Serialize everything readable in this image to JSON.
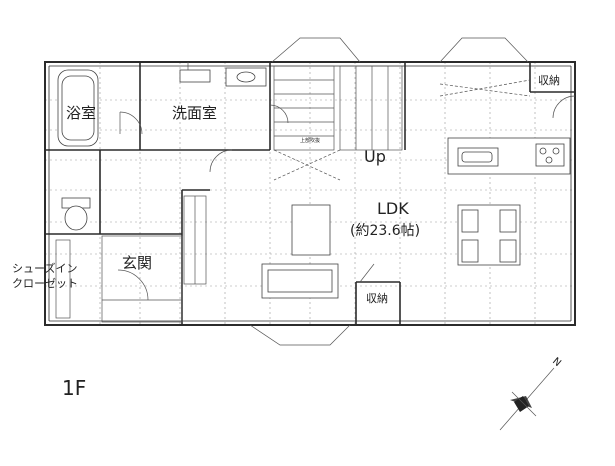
{
  "floor_label": "1F",
  "rooms": {
    "bath": "浴室",
    "washroom": "洗面室",
    "ldk": "LDK",
    "ldk_area": "(約23.6帖)",
    "entrance": "玄関",
    "shoe_closet_line1": "シューズイン",
    "shoe_closet_line2": "クローゼット",
    "storage_top": "収納",
    "storage_bottom": "収納"
  },
  "stairs": {
    "up_label": "Up",
    "note": "上部吹抜"
  },
  "compass": {
    "north_label": "N"
  }
}
